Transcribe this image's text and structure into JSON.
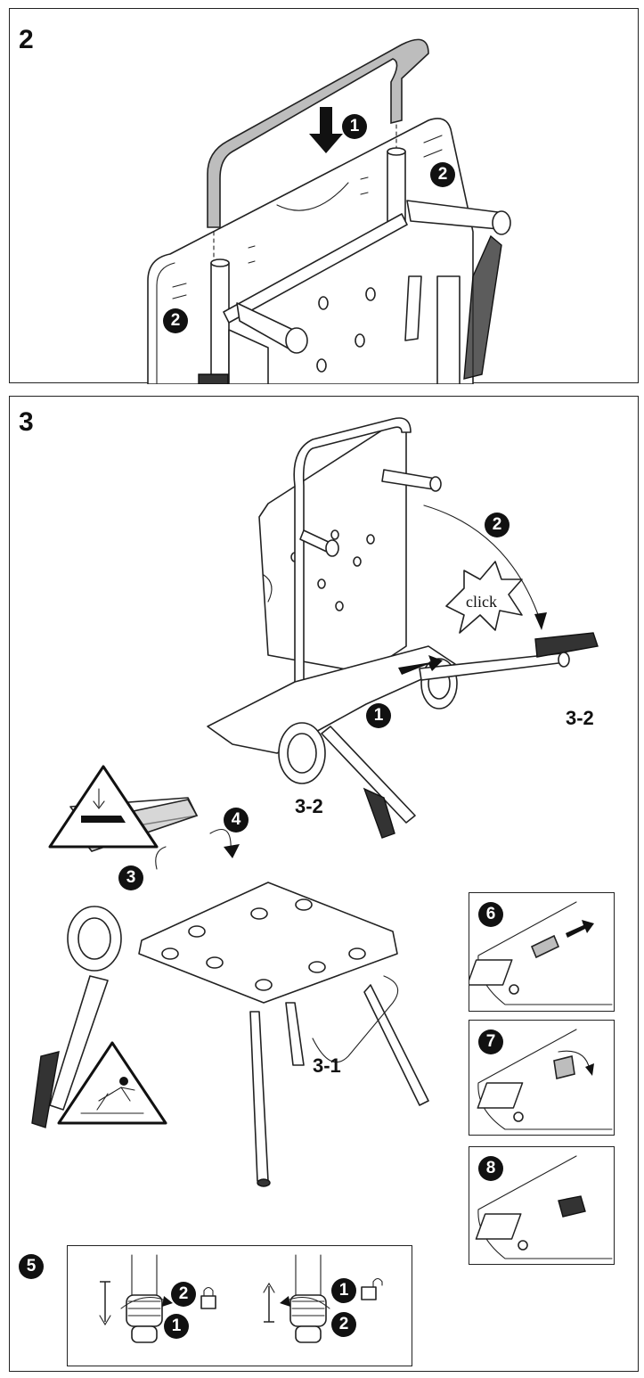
{
  "step2": {
    "number": "2",
    "callouts": [
      "1",
      "2",
      "2"
    ]
  },
  "step3": {
    "number": "3",
    "callouts": [
      "1",
      "2",
      "3",
      "4"
    ],
    "click_text": "click",
    "part_labels": [
      "3-2",
      "3-2",
      "3-1"
    ]
  },
  "detail_boxes": {
    "numbers": [
      "6",
      "7",
      "8"
    ]
  },
  "step5": {
    "number": "5",
    "left_callouts": [
      "2",
      "1"
    ],
    "right_callouts": [
      "1",
      "2"
    ]
  },
  "icons": {
    "lock": "lock-icon",
    "unlock": "unlock-icon",
    "hand_warning": "hand-crush-warning-icon",
    "trip_warning": "trip-hazard-warning-icon"
  },
  "colors": {
    "line": "#222222",
    "callout_bg": "#111111",
    "part_gray": "#bdbdbd"
  }
}
